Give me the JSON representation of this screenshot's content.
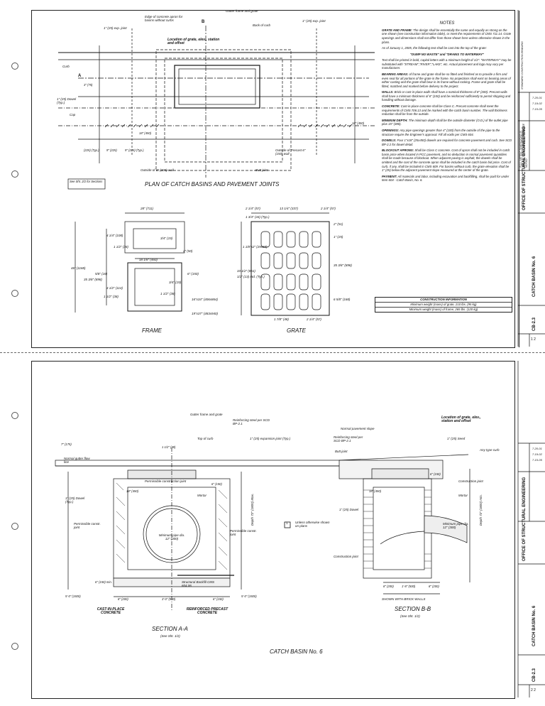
{
  "sheet1": {
    "notes": {
      "heading": "NOTES",
      "items": [
        {
          "lead": "GRATE AND FRAME:",
          "text": "The design shall be essentially the same and equally as strong as the one shown (see construction information table), or meet the requirements of CMS 711.14. Grate openings and dimensions shall not differ from those shown here unless otherwise shown in the plans."
        },
        {
          "lead": "",
          "text": "As of January 1, 2005, the following text shall be cast into the top of the grate:"
        },
        {
          "lead": "",
          "text": "\"DUMP NO WASTE\" and \"DRAINS TO WATERWAY\""
        },
        {
          "lead": "",
          "text": "Text shall be printed in bold, capital letters with a minimum height of 1/2\". \"WATERWAY\" may be substituted with \"STREAM\",\"RIVER\",\"LAKE\", etc. Actual placement and logo may vary per manufacturer."
        },
        {
          "lead": "BEARING AREAS:",
          "text": "of frame and grate shall be so fitted and finished as to provide a firm and even seat for all portions of the grate in the frame. No projections shall exist on bearing areas of either casting and the grate shall bear in its frame without rocking. Frame and grate shall be fitted, matched and marked before delivery to the project."
        },
        {
          "lead": "WALLS:",
          "text": "Brick or cast-in-place walls shall have a nominal thickness of 8\" (200). Precast walls shall have a minimum thickness of 6\" (150) and be reinforced sufficiently to permit shipping and handling without damage."
        },
        {
          "lead": "CONCRETE:",
          "text": "Cast-in-place concrete shall be Class C. Precast concrete shall meet the requirements of CMS 706.13 and be marked with the catch basin number. The wall thickness reduction shall be from the outside."
        },
        {
          "lead": "MINIMUM DEPTH:",
          "text": "The minimum depth shall be the outside diameter (O.D.) of the outlet pipe plus 15\" (380)."
        },
        {
          "lead": "OPENINGS:",
          "text": "Any pipe openings greater than 4\" (100) from the outside of the pipe to the structure require the Engineer's approval. Fill all voids per CMS 604."
        },
        {
          "lead": "DOWELS:",
          "text": "Four 1\"x18\" (25x450) dowels are required for concrete pavement and curb. See SCD BP-2.2 for dowel detail."
        },
        {
          "lead": "BLOCKOUT APRONS:",
          "text": "Shall be Class C concrete. Cost of apron shall not be included in catch basin price when located in PCC pavement, and no deduction in normal pavement quantities shall be made because of blockout. When adjacent paving is asphalt, the dowels shall be omitted and the cost of the concrete apron shall be included in the catch basin bid price. Cost of curb, if any, shall be included in CMS 609. For basins without curb, the grate elevation shall be 1\" (25) below the adjacent pavement slope measured at the center of the grate."
        },
        {
          "lead": "PAYMENT:",
          "text": "All materials and labor, including excavation and backfilling, shall be paid for under Item 604 - Catch Basin, No. 6."
        }
      ]
    },
    "construction_info": {
      "title": "CONSTRUCTION INFORMATION",
      "rows": [
        "Minimum weight (mass) of grate, 210 lbs. (95 kg)",
        "Minimum weight (mass) of frame, 265 lbs. (120 kg)"
      ]
    },
    "plan": {
      "title": "PLAN OF CATCH BASINS AND PAVEMENT JOINTS",
      "labels": {
        "edge_apron": "Edge of concrete apron for basins without curbs",
        "location_grate": "Location of grate, elev., station and offset",
        "gutter_frame": "Gutter frame and grate",
        "back_of_curb": "Back of curb",
        "exp_joint_left": "1\" (25) exp. joint",
        "exp_joint_right": "1\" (25) exp. joint",
        "curb": "Curb",
        "dowel": "1\" (25) Dowel (Typ.)",
        "cap": "Cap",
        "outside_precast": "Outside of Precast 6\" (150) wall",
        "outside_8": "Outside of 8\" (200) wall",
        "butt_joint": "Butt joint",
        "see_sheet": "See Sht. 2/2 for Sections",
        "dim_9": "9\" (225)",
        "dim_9_typ": "9\" (225) (Typ.)",
        "dim_18": "18\" (450)",
        "dim_18_2": "18\" (450)",
        "dim_3": "3\" (75)",
        "dim_225_typ": "(225) (Typ.)",
        "sec_a": "A",
        "sec_b": "B"
      }
    },
    "frame": {
      "title": "FRAME",
      "labels": {
        "top": "28\" (711)",
        "l1": "4 1/4\" (108)",
        "l2": "3/4\" (19)",
        "l3": "1 1/2\" (38)",
        "l4": "18 1/8\" (460)",
        "l5": "2\" (50)",
        "l6": "46\" (1168)",
        "l7": "35 3/8\" (898)",
        "l8": "5/8\" (16)",
        "l9": "4 1/2\" (114)",
        "l10": "3/4\" (19)",
        "l11": "16\"x34\" (406x864)",
        "l12": "19\"x37\" (483x940)",
        "l13": "6\" (150)",
        "l14": "1 1/2\" (38)",
        "l15": "1 1/2\" (38)"
      }
    },
    "grate": {
      "title": "GRATE",
      "labels": {
        "g1": "2 1/4\" (57)",
        "g2": "13 1/4\" (337)",
        "g3": "2 1/4\" (57)",
        "g4": "1 3/4\" (44) (Typ.)",
        "g5": "2\" (51)",
        "g6": "1\" (25)",
        "g7": "1 1/8\"x2\" (29x50)",
        "g8": "33 1/2\" (851)",
        "g9": "35 3/8\" (898)",
        "g10": "1/2\" (13) rad. (Typ.)",
        "g11": "6 5/8\" (168)",
        "g12": "1 7/8\" (48)",
        "g13": "2 1/4\" (57)"
      }
    }
  },
  "sheet2": {
    "section_a": {
      "title": "SECTION A-A",
      "subtitle": "(See Sht. 1/2)",
      "labels": {
        "gutter": "Gutter frame and grate",
        "reinf": "Reinforcing steel per SCD BP-2.1",
        "top_curb": "Top of curb",
        "exp_joint": "1\" (25) expansion joint (Typ.)",
        "normal_gutter": "Normal gutter flow line",
        "constr_joint": "Permissible construction joint",
        "mortar": "Mortar",
        "dowel": "1\" (25) Dowel (Typ.)",
        "perm_left": "Permissible constr. joint",
        "perm_right": "Permissible constr. joint",
        "min_pipe": "Minimum pipe dia. 12\" (300)",
        "struct_backfill": "Structural Backfill CMS 604.06",
        "depth": "Depth 72\" (1800) Max.",
        "d_18": "18\" (450)",
        "d_6": "6\" (150)",
        "d_5": "5'-0\" (1500)",
        "d_5_2": "5'-0\" (1500)",
        "d_3": "3'-0\" (900)",
        "d_8": "8\" (200)",
        "d_6b": "6\" (150)",
        "d_6c": "6\" (150) min.",
        "d_7": "7\" (175)",
        "d_11": "1 1/2\" (38)",
        "cast": "CAST-IN-PLACE CONCRETE",
        "precast": "REINFORCED PRECAST CONCRETE"
      }
    },
    "section_b": {
      "title": "SECTION B-B",
      "subtitle": "(See Sht. 1/2)",
      "brick": "SHOWN WITH BRICK WALLS",
      "labels": {
        "loc": "Location of grate, elev., station and offset",
        "normal": "Normal pavement slope",
        "reinf": "Reinforcing steel per SCD BP-2.1",
        "butt": "Butt joint",
        "seed": "1\" (25) Seed",
        "any_curb": "Any type curb",
        "constr": "Construction joint",
        "mortar": "Mortar",
        "dowel": "1\" (25) Dowel",
        "min_pipe": "Minimum pipe dia. 12\" (300)",
        "cj": "Construction joint",
        "depth": "Depth 72\" (1800) min.",
        "d_18": "18\" (450)",
        "d_6": "6\" (150)",
        "d_8": "8\" (200)",
        "d_1_8": "1'-8\" (500)",
        "d_8b": "8\" (200)"
      }
    },
    "unless": {
      "num": "1",
      "text": "Unless otherwise shown on plans"
    },
    "footer_title": "CATCH BASIN No. 6"
  },
  "titleblock": {
    "office": "OFFICE OF STRUCTURAL ENGINEERING",
    "drawing_title": "CATCH BASIN No. 6",
    "code": "CB-2.3",
    "sheet1_no": "1 2",
    "sheet2_no": "2 2",
    "rev_dates": [
      "7-20-01",
      "7-19-02",
      "7-15-05"
    ],
    "metric": "FULL METRIC DIMENSIONS IN MILLIMETERS UNLESS OTHERWISE NOTED",
    "approved": "STANDARD CONSTRUCTION DRAWING"
  }
}
